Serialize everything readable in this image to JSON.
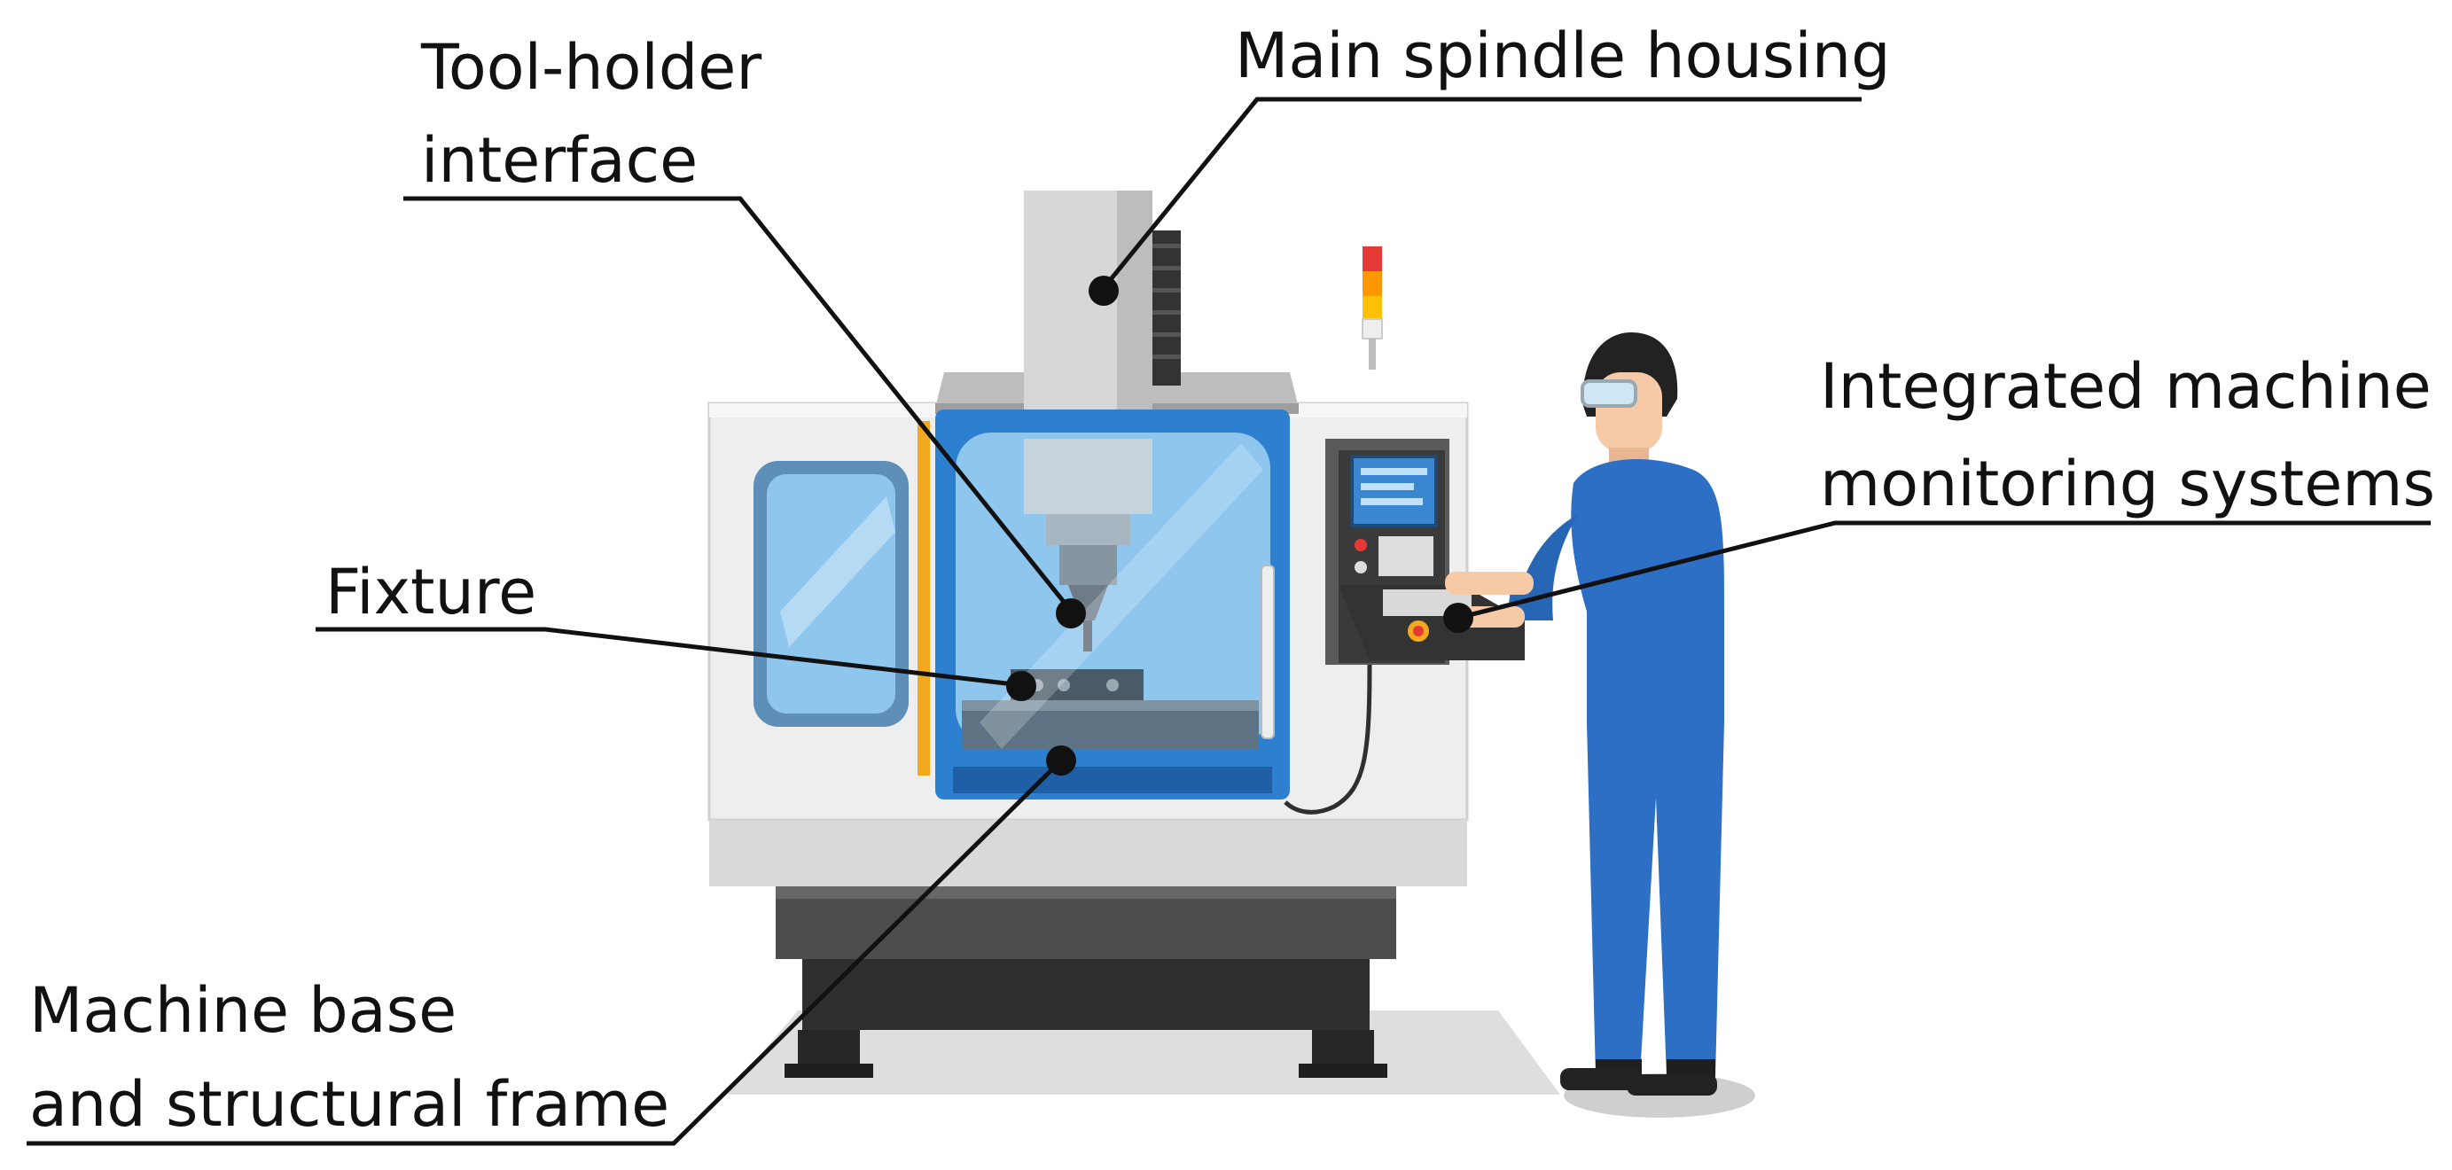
{
  "diagram": {
    "labels": {
      "spindle_housing": "Main spindle housing",
      "tool_holder_line1": "Tool-holder",
      "tool_holder_line2": "interface",
      "fixture": "Fixture",
      "monitoring_line1": "Integrated machine",
      "monitoring_line2": "monitoring systems",
      "base_line1": "Machine base",
      "base_line2": "and structural frame"
    },
    "colors": {
      "machine_blue": "#2d7fd0",
      "glass": "#8ec6ee",
      "body_light": "#eeeeee",
      "base_dark": "#3a3a3a",
      "uniform_blue": "#2c6fc4",
      "callout_line": "#111111",
      "signal_red": "#e53935",
      "signal_orange": "#ff9800",
      "signal_yellow": "#ffc107"
    }
  }
}
